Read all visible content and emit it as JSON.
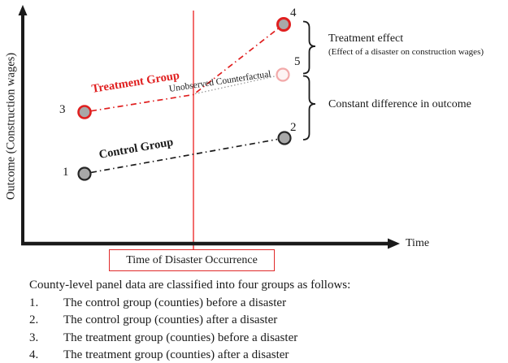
{
  "diagram": {
    "y_axis_label": "Outcome (Construction wages)",
    "x_axis_label": "Time",
    "disaster_box_label": "Time of Disaster Occurrence",
    "treatment_group_label": "Treatment Group",
    "control_group_label": "Control Group",
    "counterfactual_label": "Unobserved Counterfactual",
    "treatment_effect_label": "Treatment effect",
    "treatment_effect_sub": "(Effect of a disaster on construction wages)",
    "constant_diff_label": "Constant difference in outcome",
    "points": [
      {
        "label": "1"
      },
      {
        "label": "2"
      },
      {
        "label": "3"
      },
      {
        "label": "4"
      },
      {
        "label": "5"
      }
    ],
    "colors": {
      "treatment_red": "#e01f1f",
      "vertical_line_red": "#f26c6c",
      "box_border_red": "#e02a2a",
      "point_gray_fill": "#a8a8a8",
      "counterfactual_gray": "#999999",
      "point5_fill": "#fdf3f3",
      "point5_stroke": "#f2a9a9",
      "axis_black": "#1a1a1a"
    }
  },
  "notes": {
    "intro": "County-level panel data are classified into four groups as follows:",
    "items": [
      {
        "num": "1.",
        "text": "The control group (counties) before a disaster"
      },
      {
        "num": "2.",
        "text": "The control group (counties) after a disaster"
      },
      {
        "num": "3.",
        "text": "The treatment group (counties) before a disaster"
      },
      {
        "num": "4.",
        "text": "The treatment group (counties) after a disaster"
      }
    ]
  }
}
